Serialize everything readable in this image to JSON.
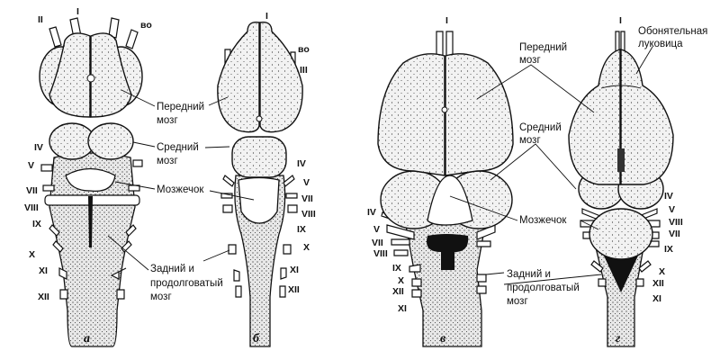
{
  "panels": {
    "a": {
      "letter": "а",
      "nerves": [
        "I",
        "II",
        "во",
        "IV",
        "V",
        "VII",
        "VIII",
        "IX",
        "X",
        "XI",
        "XII"
      ]
    },
    "b": {
      "letter": "б",
      "nerves": [
        "I",
        "во",
        "III",
        "IV",
        "V",
        "VII",
        "VIII",
        "IX",
        "X",
        "XI",
        "XII"
      ]
    },
    "c": {
      "letter": "в",
      "nerves": [
        "I",
        "IV",
        "V",
        "VII",
        "VIII",
        "IX",
        "X",
        "XII",
        "XI"
      ]
    },
    "d": {
      "letter": "г",
      "nerves": [
        "I",
        "IV",
        "V",
        "VIII",
        "VII",
        "IX",
        "X",
        "XII",
        "XI"
      ]
    }
  },
  "labels": {
    "forebrain": [
      "Передний",
      "мозг"
    ],
    "midbrain": [
      "Средний",
      "мозг"
    ],
    "cerebellum": "Мозжечок",
    "hindbrain": [
      "Задний и",
      "продолговатый",
      "мозг"
    ],
    "olfactory_bulb": [
      "Обонятельная",
      "луковица"
    ]
  }
}
